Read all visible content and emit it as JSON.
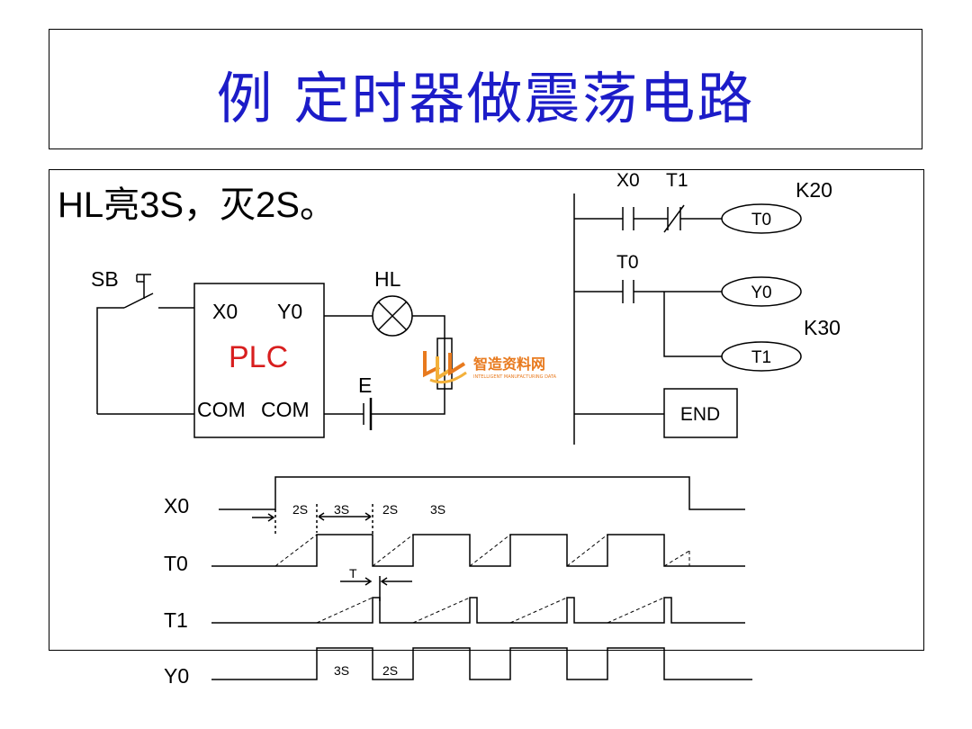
{
  "title": "例  定时器做震荡电路",
  "spec": "HL亮3S，灭2S。",
  "wiring": {
    "switch_label": "SB",
    "plc_label": "PLC",
    "input_terminal": "X0",
    "output_terminal": "Y0",
    "com1": "COM",
    "com2": "COM",
    "lamp_label": "HL",
    "supply_label": "E"
  },
  "ladder": {
    "rung1": {
      "contacts": [
        "X0",
        "T1"
      ],
      "coil": "T0",
      "setting": "K20"
    },
    "rung2": {
      "contact": "T0",
      "coils": [
        "Y0",
        "T1"
      ],
      "setting": "K30"
    },
    "end": "END"
  },
  "timing": {
    "signals": [
      "X0",
      "T0",
      "T1",
      "Y0"
    ],
    "x0_intervals": [
      "2S",
      "3S",
      "2S",
      "3S"
    ],
    "t_label": "T",
    "y0_intervals": [
      "3S",
      "2S"
    ]
  },
  "watermark": {
    "cn": "智造资料网",
    "en": "INTELLIGENT MANUFACTURING DATA",
    "colors": {
      "primary": "#e87a1e",
      "secondary": "#f3b13b"
    }
  },
  "colors": {
    "title": "#1c1cc8",
    "plc": "#d81e1e",
    "line": "#000000"
  }
}
